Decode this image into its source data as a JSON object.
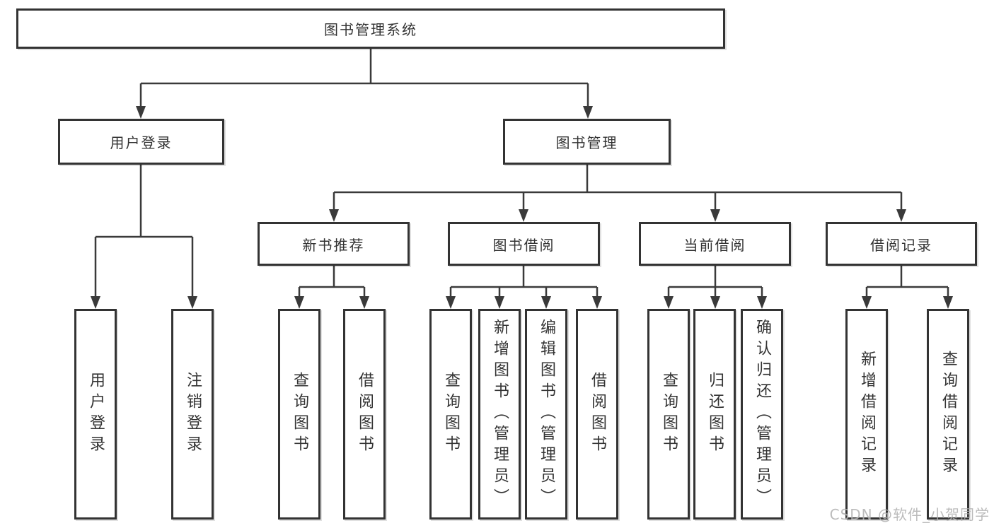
{
  "diagram_title": "图书管理系统",
  "nodes": {
    "root": {
      "label": "图书管理系统"
    },
    "level2": {
      "user_login": {
        "label": "用户登录"
      },
      "book_mgmt": {
        "label": "图书管理"
      }
    },
    "level3": {
      "new_book_rec": {
        "label": "新书推荐"
      },
      "book_borrow": {
        "label": "图书借阅"
      },
      "current_borrow": {
        "label": "当前借阅"
      },
      "borrow_records": {
        "label": "借阅记录"
      }
    },
    "leaves": {
      "user_login": {
        "label": "用户登录"
      },
      "logout": {
        "label": "注销登录"
      },
      "query_book_rec": {
        "label": "查询图书"
      },
      "borrow_book_rec": {
        "label": "借阅图书"
      },
      "query_book_borrow": {
        "label": "查询图书"
      },
      "add_book_admin": {
        "label": "新增图书（管理员）"
      },
      "edit_book_admin": {
        "label": "编辑图书（管理员）"
      },
      "borrow_book_borrow": {
        "label": "借阅图书"
      },
      "query_book_current": {
        "label": "查询图书"
      },
      "return_book": {
        "label": "归还图书"
      },
      "confirm_return_admin": {
        "label": "确认归还（管理员）"
      },
      "add_borrow_record": {
        "label": "新增借阅记录"
      },
      "query_borrow_record": {
        "label": "查询借阅记录"
      }
    }
  },
  "watermark": "CSDN @软件_小贺同学",
  "colors": {
    "line": "#3a3a3a",
    "box_border": "#333333",
    "text": "#333333",
    "watermark": "#b0b0b0",
    "background": "#ffffff"
  }
}
